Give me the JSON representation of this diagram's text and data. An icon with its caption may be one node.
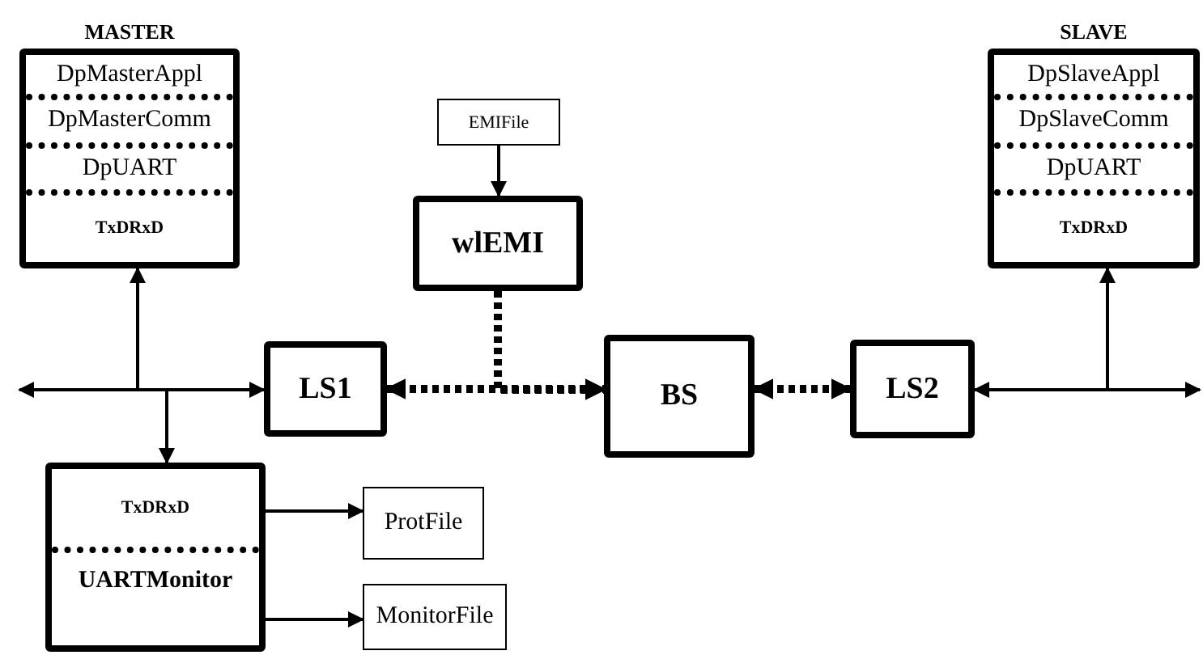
{
  "diagram": {
    "nodes": [
      {
        "text": [
          "MASTER",
          "DpMasterAppl",
          "DpMasterComm",
          "DpUART",
          "TxDRxD"
        ]
      },
      {
        "text": [
          "EMIFile"
        ]
      },
      {
        "text": [
          "wlEMI"
        ]
      },
      {
        "text": [
          "SLAVE",
          "DpSlaveAppl",
          "DpSlaveComm",
          "DpUART",
          "TxDRxD"
        ]
      },
      {
        "text": [
          "LS1"
        ]
      },
      {
        "text": [
          "BS"
        ]
      },
      {
        "text": [
          "LS2"
        ]
      },
      {
        "text": [
          "TxDRxD",
          "UARTMonitor"
        ]
      },
      {
        "text": [
          "ProtFile"
        ]
      },
      {
        "text": [
          "MonitorFile"
        ]
      }
    ],
    "edges": [
      {
        "from": 4,
        "to": null,
        "arrow": "to"
      },
      {
        "from": 0,
        "to": 4,
        "arrow": "both"
      },
      {
        "from": 4,
        "to": 7,
        "arrow": "to"
      },
      {
        "from": 1,
        "to": 2,
        "arrow": "to"
      },
      {
        "from": 4,
        "to": 5,
        "arrow": "both",
        "style": "dashed"
      },
      {
        "from": 2,
        "to": 5,
        "arrow": "to",
        "style": "dashed"
      },
      {
        "from": 5,
        "to": 6,
        "arrow": "both",
        "style": "dashed"
      },
      {
        "from": 3,
        "to": 6,
        "arrow": "both"
      },
      {
        "from": 6,
        "to": null,
        "arrow": "to"
      },
      {
        "from": 7,
        "to": 8,
        "arrow": "to"
      },
      {
        "from": 7,
        "to": 9,
        "arrow": "to"
      }
    ]
  }
}
